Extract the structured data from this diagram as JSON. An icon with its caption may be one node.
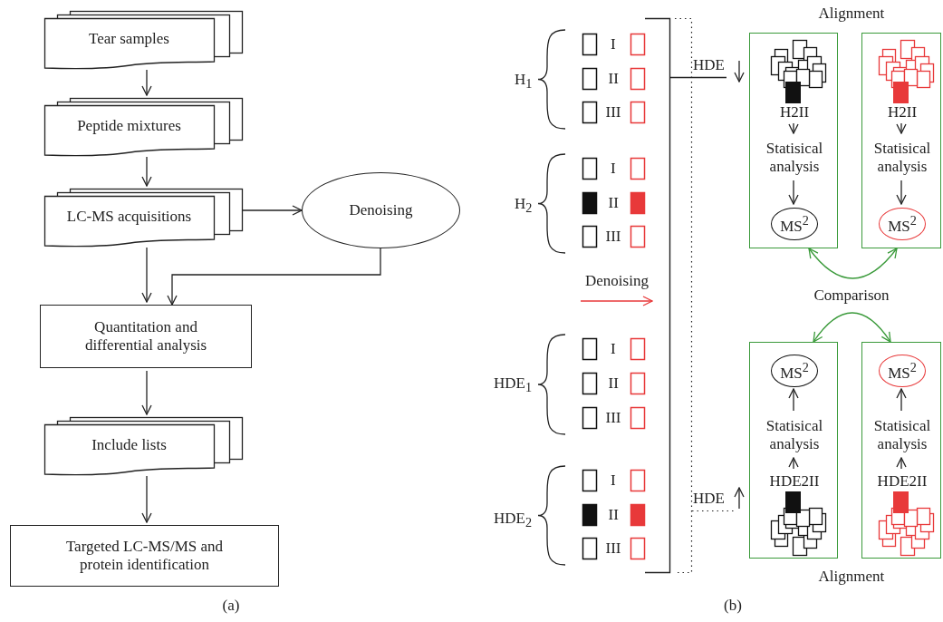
{
  "diagram": {
    "nodes": [
      {
        "text": [
          "Tear samples"
        ]
      },
      {
        "text": [
          "Peptide mixtures"
        ]
      },
      {
        "text": [
          "LC-MS acquisitions"
        ]
      },
      {
        "text": [
          "Denoising"
        ]
      },
      {
        "text": [
          "Quantitation and differential analysis"
        ]
      },
      {
        "text": [
          "Include lists"
        ]
      },
      {
        "text": [
          "Targeted LC-MS/MS and protein identification"
        ]
      },
      {
        "text": [],
        "shape": "box"
      },
      {
        "text": [
          "H2II"
        ],
        "in": 7
      },
      {
        "text": [
          "Statisical analysis"
        ],
        "in": 7
      },
      {
        "text": [
          "MS$^{2}$"
        ],
        "in": 7
      },
      {
        "text": [],
        "shape": "box"
      },
      {
        "text": [
          "H2II"
        ],
        "in": 11
      },
      {
        "text": [
          "Statisical analysis"
        ],
        "in": 11
      },
      {
        "text": [
          "MS$^{2}$"
        ],
        "in": 11
      },
      {
        "text": [],
        "shape": "box"
      },
      {
        "text": [
          "MS$^{2}$"
        ],
        "in": 15
      },
      {
        "text": [
          "Statisical analysis"
        ],
        "in": 15
      },
      {
        "text": [
          "HDE2II"
        ],
        "in": 15
      },
      {
        "text": [],
        "shape": "box"
      },
      {
        "text": [
          "MS$^{2}$"
        ],
        "in": 19
      },
      {
        "text": [
          "Statisical analysis"
        ],
        "in": 19
      },
      {
        "text": [
          "HDE2II"
        ],
        "in": 19
      }
    ],
    "edges": [
      {
        "from": 0,
        "to": 1,
        "arrow": "to"
      },
      {
        "from": 1,
        "to": 2,
        "arrow": "to"
      },
      {
        "from": 2,
        "to": 3,
        "arrow": "to"
      },
      {
        "from": 2,
        "to": 4,
        "arrow": "to"
      },
      {
        "from": 3,
        "to": 4,
        "arrow": "to"
      },
      {
        "from": 4,
        "to": 5,
        "arrow": "to"
      },
      {
        "from": 5,
        "to": 6,
        "arrow": "to"
      },
      {
        "from": 8,
        "to": 9,
        "arrow": "to"
      },
      {
        "from": 9,
        "to": 10,
        "arrow": "to"
      },
      {
        "from": 12,
        "to": 13,
        "arrow": "to"
      },
      {
        "from": 13,
        "to": 14,
        "arrow": "to"
      },
      {
        "from": 18,
        "to": 17,
        "arrow": "to"
      },
      {
        "from": 17,
        "to": 16,
        "arrow": "to"
      },
      {
        "from": 22,
        "to": 21,
        "arrow": "to"
      },
      {
        "from": 21,
        "to": 20,
        "arrow": "to"
      },
      {
        "from": 7,
        "to": 11,
        "arrow": "both",
        "color": "#3a9a3a"
      },
      {
        "from": 15,
        "to": 19,
        "arrow": "both",
        "color": "#3a9a3a"
      }
    ],
    "labels": [
      "(a)",
      "Alignment",
      "H$_{1}$",
      "I",
      "II",
      "III",
      "H$_{2}$",
      "I",
      "II",
      "III",
      "HDE",
      "Denoising",
      "Comparison",
      "HDE$_{1}$",
      "I",
      "II",
      "III",
      "HDE$_{2}$",
      "I",
      "II",
      "III",
      "HDE",
      "Alignment",
      "(b)"
    ]
  }
}
